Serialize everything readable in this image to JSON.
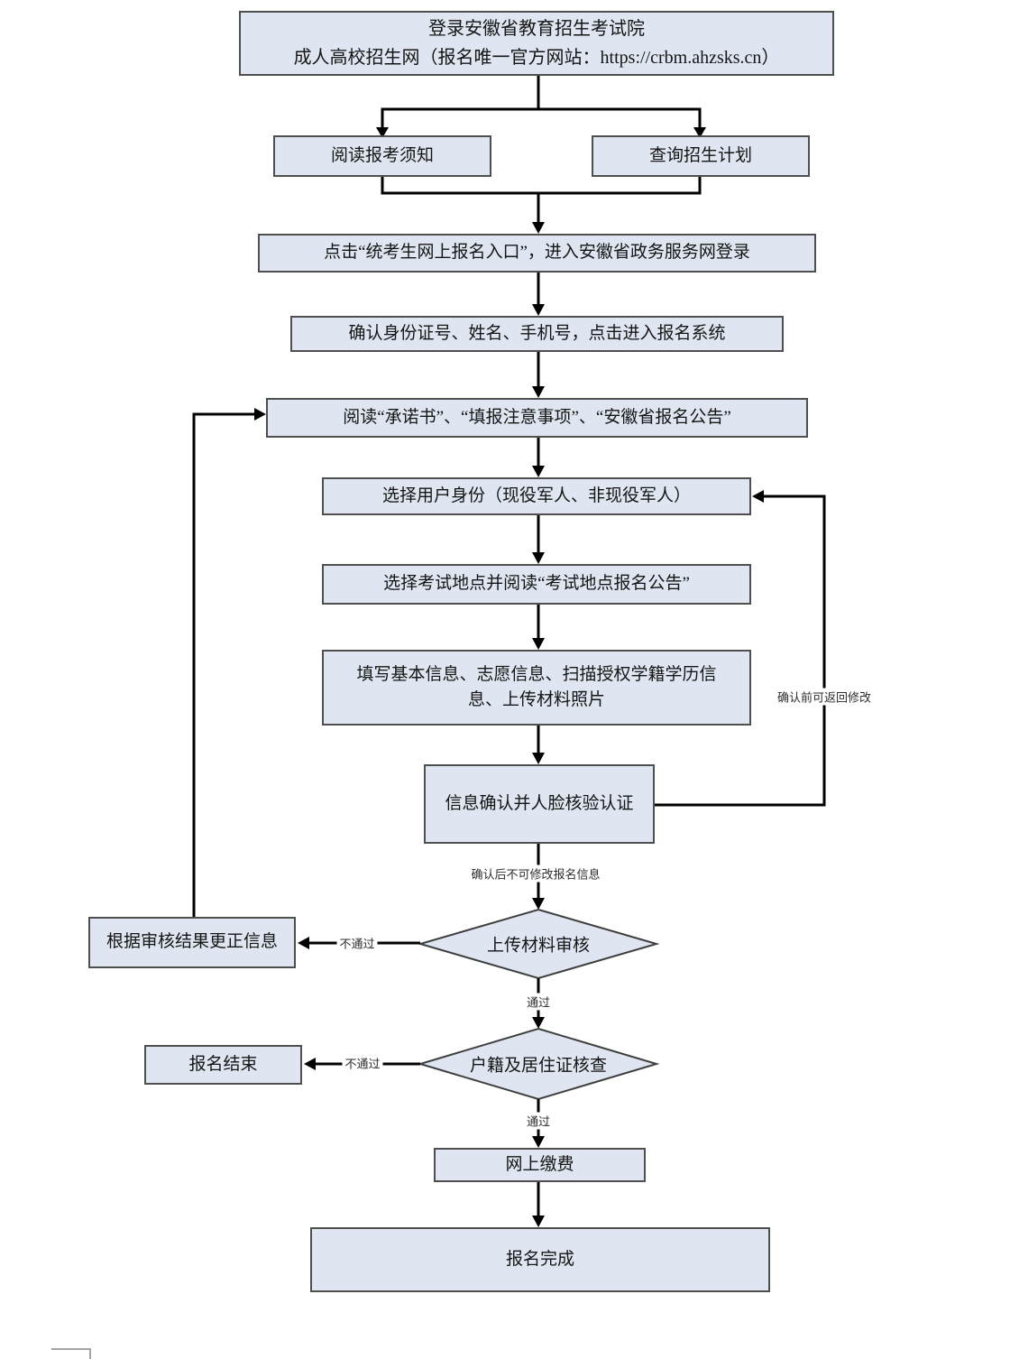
{
  "flowchart": {
    "nodes": {
      "login": {
        "line1": "登录安徽省教育招生考试院",
        "line2": "成人高校招生网（报名唯一官方网站：https://crbm.ahzsks.cn）"
      },
      "read_notice": "阅读报考须知",
      "query_plan": "查询招生计划",
      "click_entry": "点击“统考生网上报名入口”，进入安徽省政务服务网登录",
      "confirm_identity": "确认身份证号、姓名、手机号，点击进入报名系统",
      "read_documents": "阅读“承诺书”、“填报注意事项”、“安徽省报名公告”",
      "select_user_type": "选择用户身份（现役军人、非现役军人）",
      "select_exam_site": "选择考试地点并阅读“考试地点报名公告”",
      "fill_information": "填写基本信息、志愿信息、扫描授权学籍学历信息、上传材料照片",
      "confirm_face_check": "信息确认并人脸核验认证",
      "material_review": "上传材料审核",
      "correct_information": "根据审核结果更正信息",
      "residence_check": "户籍及居住证核查",
      "registration_closed": "报名结束",
      "pay_online": "网上缴费",
      "registration_complete": "报名完成"
    },
    "edge_labels": {
      "before_confirm_editable": "确认前可返回修改",
      "after_confirm_locked": "确认后不可修改报名信息",
      "review_fail": "不通过",
      "review_pass": "通过",
      "check_fail": "不通过",
      "check_pass": "通过"
    },
    "colors": {
      "node_fill": "#dfe6f1",
      "node_border": "#4f4f4f",
      "connector": "#000000"
    }
  }
}
